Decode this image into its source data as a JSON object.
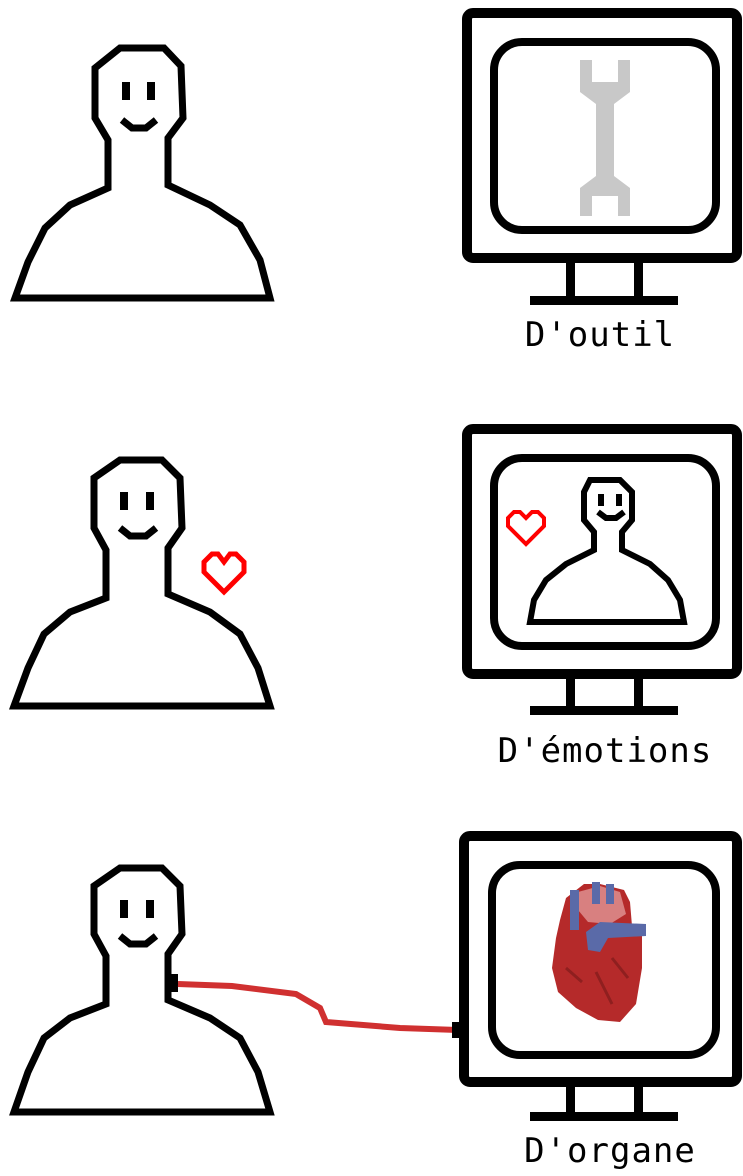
{
  "colors": {
    "ink": "#000000",
    "heart_red": "#ff0000",
    "wrench_gray": "#c8c8c8",
    "cable_red": "#d03030",
    "organ_red": "#b52a2a",
    "organ_blue": "#5a6aa8"
  },
  "panels": [
    {
      "caption": "D'outil",
      "screen_icon": "wrench-icon"
    },
    {
      "caption": "D'émotions",
      "screen_icon": "person-with-heart-icon"
    },
    {
      "caption": "D'organe",
      "screen_icon": "anatomical-heart-icon"
    }
  ]
}
